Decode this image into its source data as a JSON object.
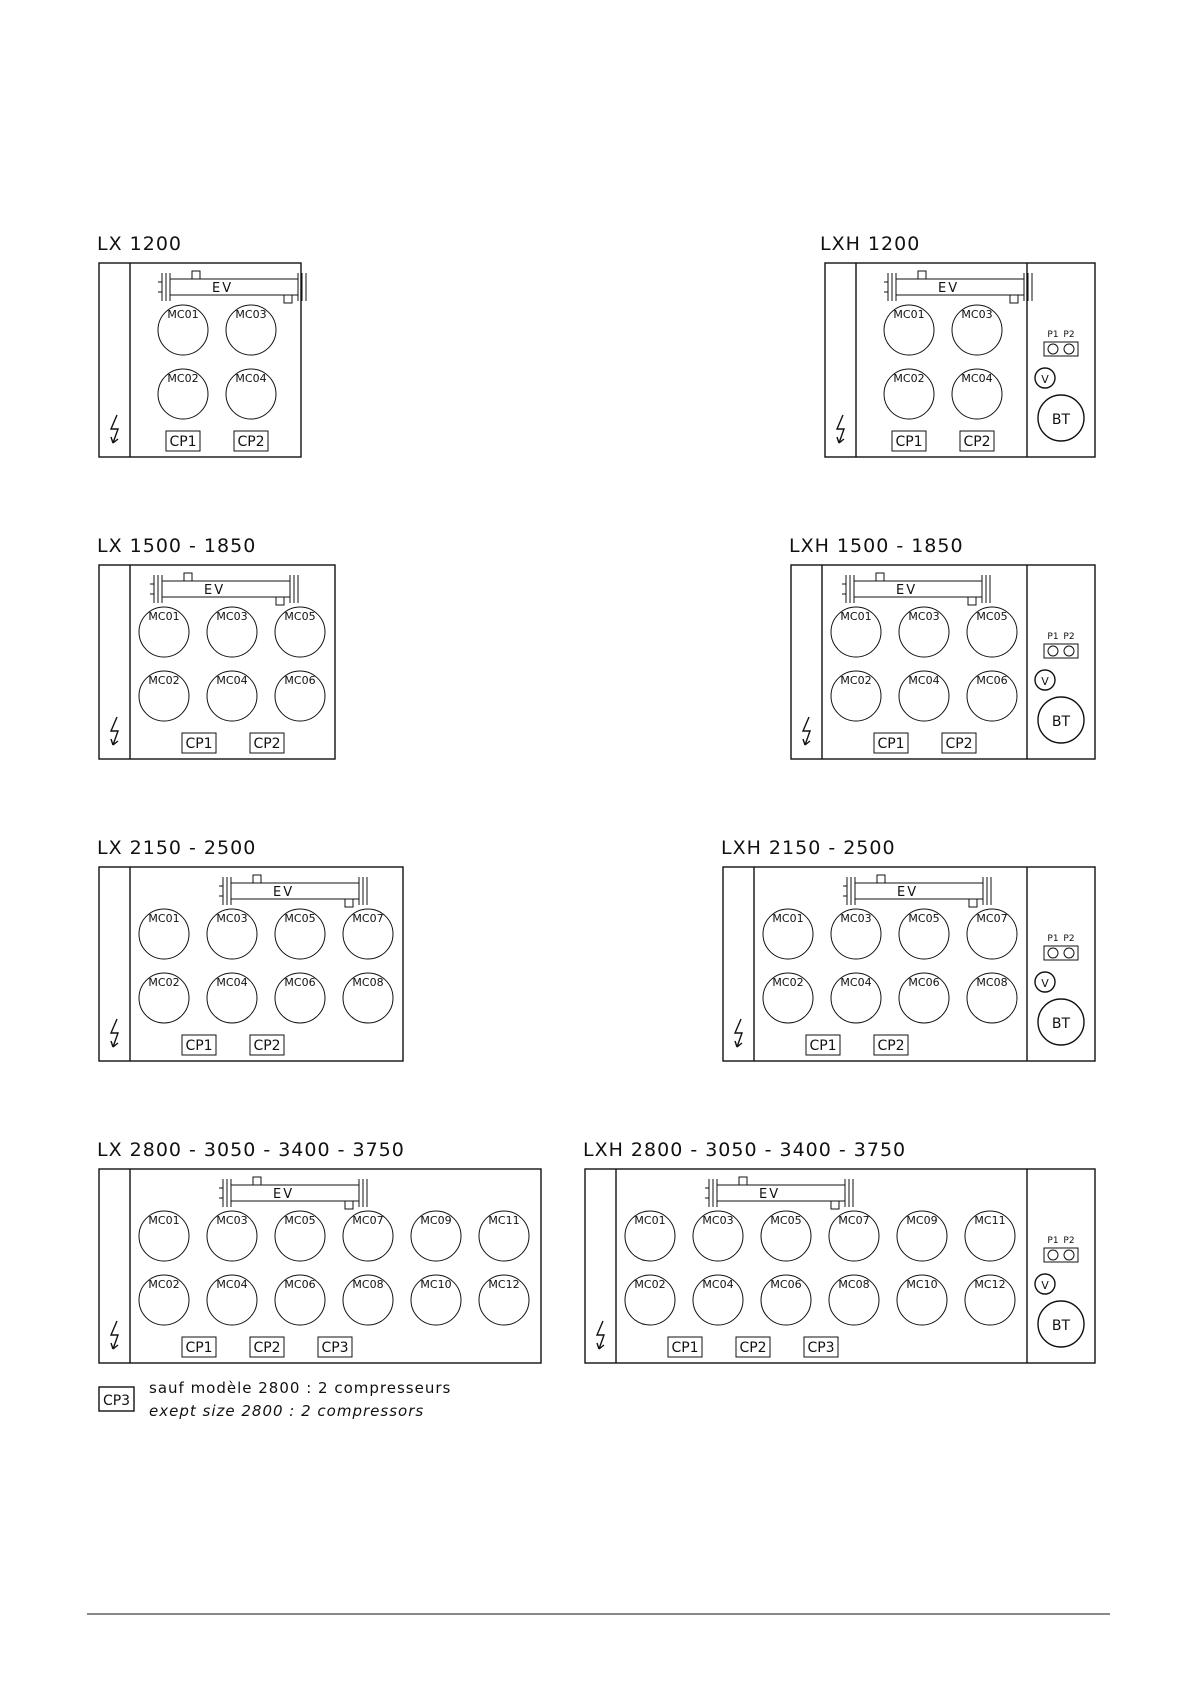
{
  "diagrams": [
    {
      "title": "LX 1200",
      "ev_label": "EV",
      "variant": "LX",
      "columns": [
        [
          "MC01",
          "MC02"
        ],
        [
          "MC03",
          "MC04"
        ]
      ],
      "compressors": [
        "CP1",
        "CP2"
      ]
    },
    {
      "title": "LXH 1200",
      "ev_label": "EV",
      "variant": "LXH",
      "columns": [
        [
          "MC01",
          "MC02"
        ],
        [
          "MC03",
          "MC04"
        ]
      ],
      "compressors": [
        "CP1",
        "CP2"
      ],
      "pumps": [
        "P1",
        "P2"
      ],
      "valve": "V",
      "tank": "BT"
    },
    {
      "title": "LX 1500 - 1850",
      "ev_label": "EV",
      "variant": "LX",
      "columns": [
        [
          "MC01",
          "MC02"
        ],
        [
          "MC03",
          "MC04"
        ],
        [
          "MC05",
          "MC06"
        ]
      ],
      "compressors": [
        "CP1",
        "CP2"
      ]
    },
    {
      "title": "LXH 1500 - 1850",
      "ev_label": "EV",
      "variant": "LXH",
      "columns": [
        [
          "MC01",
          "MC02"
        ],
        [
          "MC03",
          "MC04"
        ],
        [
          "MC05",
          "MC06"
        ]
      ],
      "compressors": [
        "CP1",
        "CP2"
      ],
      "pumps": [
        "P1",
        "P2"
      ],
      "valve": "V",
      "tank": "BT"
    },
    {
      "title": "LX 2150 - 2500",
      "ev_label": "EV",
      "variant": "LX",
      "columns": [
        [
          "MC01",
          "MC02"
        ],
        [
          "MC03",
          "MC04"
        ],
        [
          "MC05",
          "MC06"
        ],
        [
          "MC07",
          "MC08"
        ]
      ],
      "compressors": [
        "CP1",
        "CP2"
      ]
    },
    {
      "title": "LXH 2150 - 2500",
      "ev_label": "EV",
      "variant": "LXH",
      "columns": [
        [
          "MC01",
          "MC02"
        ],
        [
          "MC03",
          "MC04"
        ],
        [
          "MC05",
          "MC06"
        ],
        [
          "MC07",
          "MC08"
        ]
      ],
      "compressors": [
        "CP1",
        "CP2"
      ],
      "pumps": [
        "P1",
        "P2"
      ],
      "valve": "V",
      "tank": "BT"
    },
    {
      "title": "LX 2800 - 3050 - 3400 - 3750",
      "ev_label": "EV",
      "variant": "LX",
      "columns": [
        [
          "MC01",
          "MC02"
        ],
        [
          "MC03",
          "MC04"
        ],
        [
          "MC05",
          "MC06"
        ],
        [
          "MC07",
          "MC08"
        ],
        [
          "MC09",
          "MC10"
        ],
        [
          "MC11",
          "MC12"
        ]
      ],
      "compressors": [
        "CP1",
        "CP2",
        "CP3"
      ]
    },
    {
      "title": "LXH 2800 - 3050 - 3400 - 3750",
      "ev_label": "EV",
      "variant": "LXH",
      "columns": [
        [
          "MC01",
          "MC02"
        ],
        [
          "MC03",
          "MC04"
        ],
        [
          "MC05",
          "MC06"
        ],
        [
          "MC07",
          "MC08"
        ],
        [
          "MC09",
          "MC10"
        ],
        [
          "MC11",
          "MC12"
        ]
      ],
      "compressors": [
        "CP1",
        "CP2",
        "CP3"
      ],
      "pumps": [
        "P1",
        "P2"
      ],
      "valve": "V",
      "tank": "BT"
    }
  ],
  "note": {
    "badge": "CP3",
    "line_fr": "sauf modèle 2800 : 2 compresseurs",
    "line_en": "exept size 2800 : 2 compressors"
  }
}
